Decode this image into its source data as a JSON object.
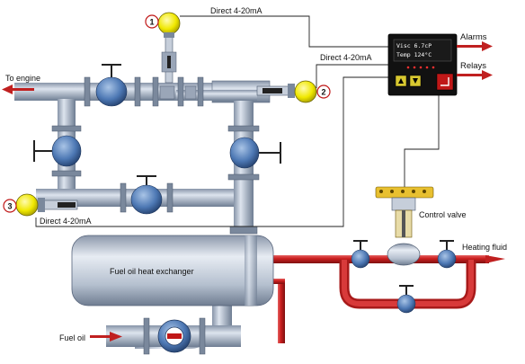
{
  "labels": {
    "to_engine": "To engine",
    "direct_1": "Direct 4-20mA",
    "direct_2": "Direct 4-20mA",
    "direct_3": "Direct 4-20mA",
    "alarms": "Alarms",
    "relays": "Relays",
    "control_valve": "Control valve",
    "heating_fluid": "Heating fluid",
    "heat_exchanger": "Fuel oil heat exchanger",
    "fuel_oil": "Fuel oil"
  },
  "sensors": [
    {
      "number": "1"
    },
    {
      "number": "2"
    },
    {
      "number": "3"
    }
  ],
  "controller": {
    "row1": "Visc 6.7cP",
    "row2": "Temp   124°C"
  },
  "colors": {
    "pipe": "#b8c4d4",
    "pipe_dark": "#6e7d92",
    "heating_pipe": "#cc2020",
    "valve": "#4d78b4",
    "sensor": "#f0e800",
    "controller_body": "#111111",
    "arrow": "#c02020"
  }
}
